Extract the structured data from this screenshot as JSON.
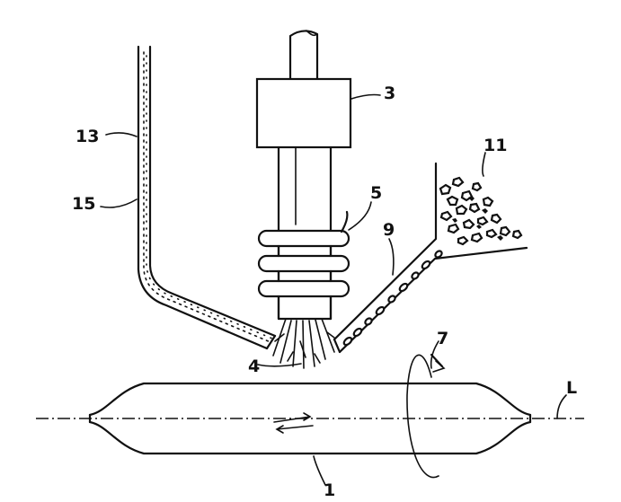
{
  "diagram": {
    "labels": {
      "n1": "1",
      "n3": "3",
      "n4": "4",
      "n5": "5",
      "n7": "7",
      "n9": "9",
      "n11": "11",
      "n13": "13",
      "n15": "15",
      "nL": "L"
    },
    "colors": {
      "ink": "#111111",
      "paper": "#ffffff"
    }
  }
}
